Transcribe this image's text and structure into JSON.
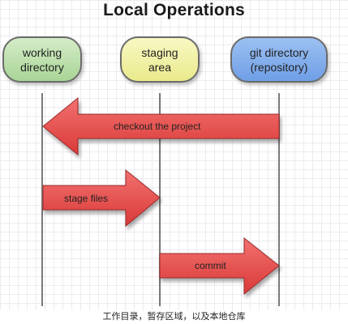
{
  "title": "Local Operations",
  "areas": {
    "working": {
      "line1": "working",
      "line2": "directory",
      "color": "#b9dfa7"
    },
    "staging": {
      "line1": "staging",
      "line2": "area",
      "color": "#f0f0a8"
    },
    "git": {
      "line1": "git directory",
      "line2": "(repository)",
      "color": "#82abea"
    }
  },
  "operations": {
    "checkout": "checkout the project",
    "stage": "stage files",
    "commit": "commit"
  },
  "arrow_color": "#e8514f",
  "caption": "工作目录，暂存区域，以及本地仓库"
}
